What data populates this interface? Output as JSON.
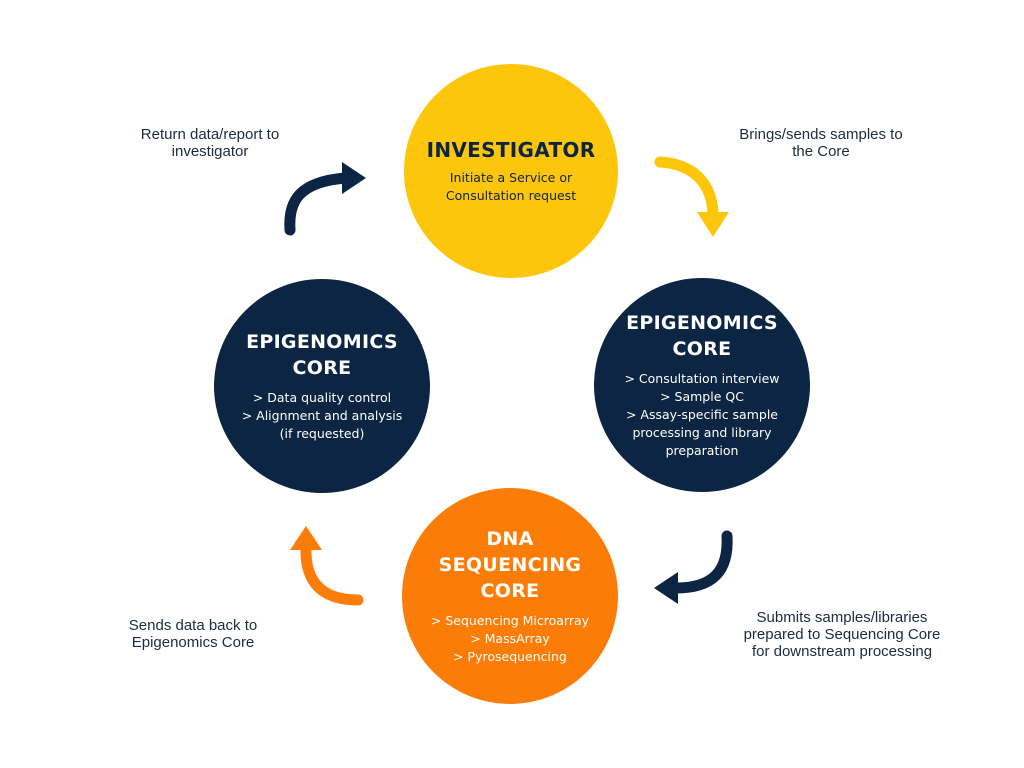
{
  "nodes": {
    "investigator": {
      "title": "INVESTIGATOR",
      "lines": [
        "Initiate a Service or",
        "Consultation request"
      ],
      "color": "#fec60a"
    },
    "epigenomics_right": {
      "title_lines": [
        "EPIGENOMICS",
        "CORE"
      ],
      "lines": [
        "> Consultation interview",
        "> Sample QC",
        "> Assay-specific sample",
        "processing and library",
        "preparation"
      ],
      "color": "#0c2543"
    },
    "dna_sequencing": {
      "title_lines": [
        "DNA",
        "SEQUENCING",
        "CORE"
      ],
      "lines": [
        "> Sequencing Microarray",
        "> MassArray",
        "> Pyrosequencing"
      ],
      "color": "#fb7d08"
    },
    "epigenomics_left": {
      "title_lines": [
        "EPIGENOMICS",
        "CORE"
      ],
      "lines": [
        "> Data quality control",
        "> Alignment and analysis",
        "(if requested)"
      ],
      "color": "#0c2543"
    }
  },
  "edges": {
    "return_to_investigator": {
      "lines": [
        "Return data/report to",
        "investigator"
      ],
      "arrow_color": "#0c2543"
    },
    "brings_samples": {
      "lines": [
        "Brings/sends samples to",
        "the Core"
      ],
      "arrow_color": "#fec60a"
    },
    "submits_samples": {
      "lines": [
        "Submits samples/libraries",
        "prepared to Sequencing Core",
        "for downstream processing"
      ],
      "arrow_color": "#0c2543"
    },
    "sends_data_back": {
      "lines": [
        "Sends data back to",
        "Epigenomics Core"
      ],
      "arrow_color": "#fb7d08"
    }
  }
}
